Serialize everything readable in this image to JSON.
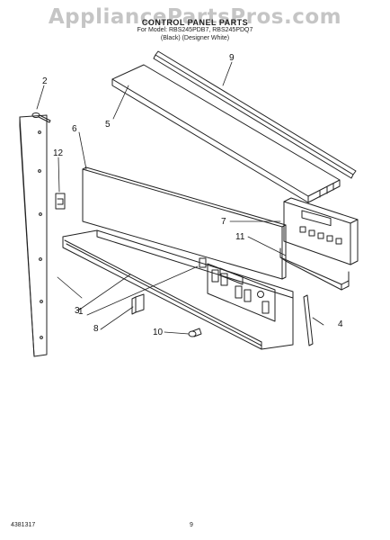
{
  "page": {
    "watermark": "AppliancePartsPros.com",
    "title": "CONTROL PANEL PARTS",
    "model_line": "For Model: RBS245PDB7, RBS245PDQ7",
    "color_line": "(Black)   (Designer White)",
    "doc_number": "4381317",
    "page_number": "9"
  },
  "callouts": [
    "1",
    "2",
    "3",
    "4",
    "5",
    "6",
    "7",
    "8",
    "9",
    "10",
    "11",
    "12"
  ],
  "colors": {
    "line": "#222222",
    "watermark": "#999999"
  }
}
